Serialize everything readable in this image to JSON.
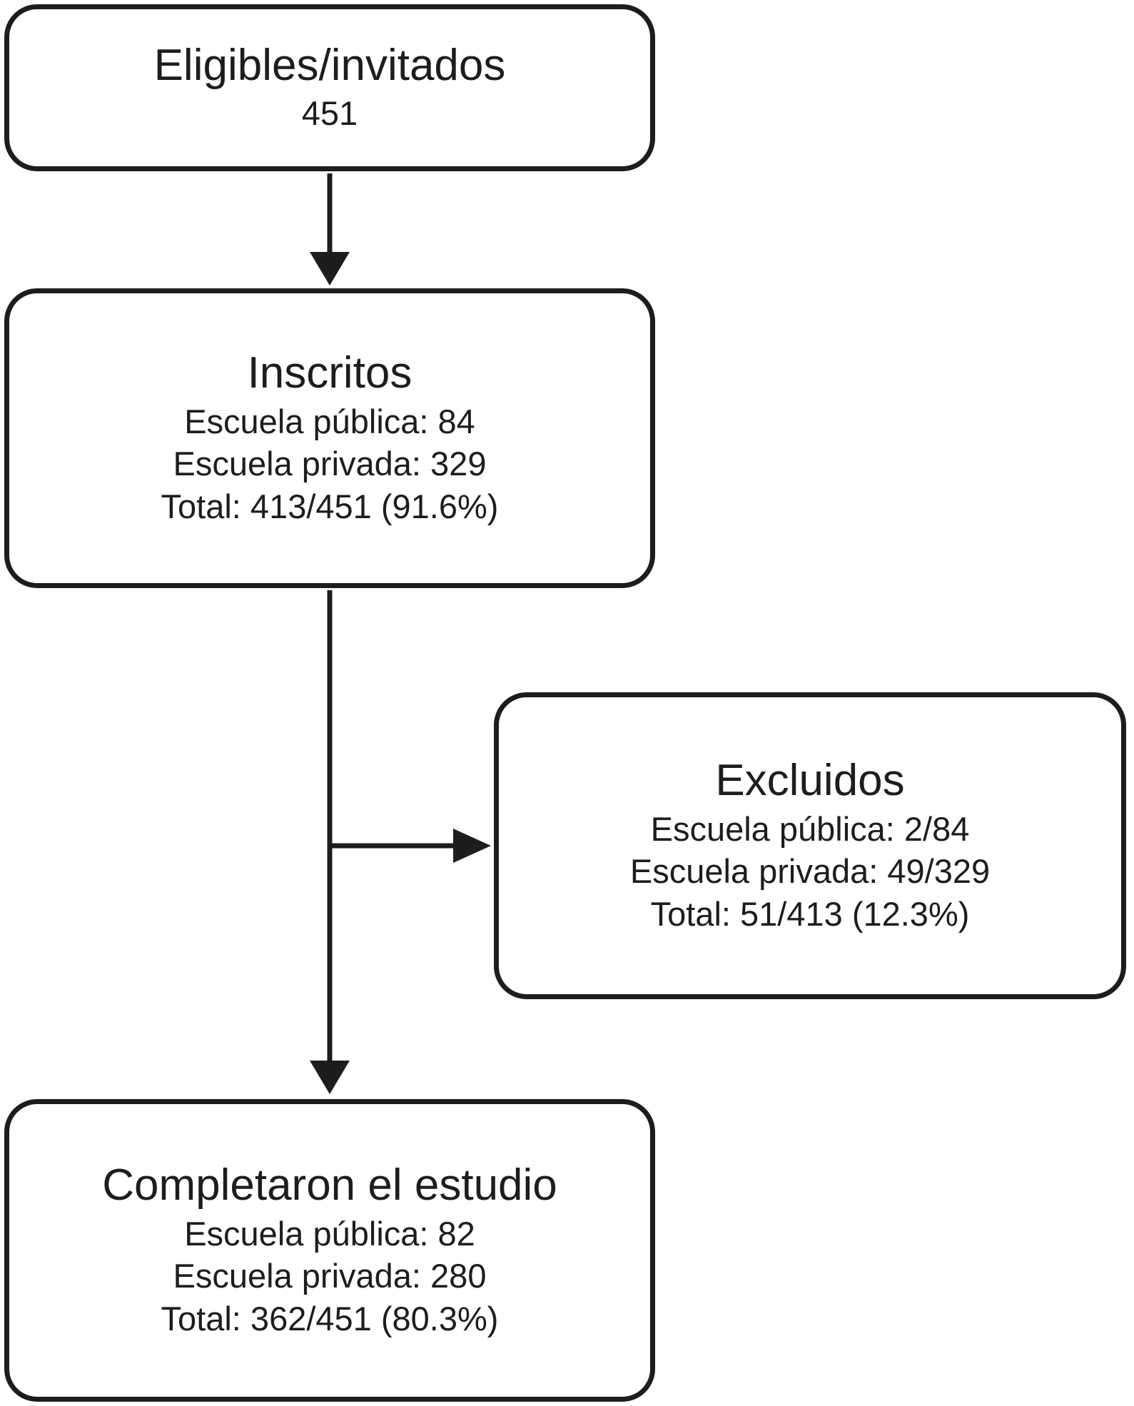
{
  "figure": {
    "type": "flowchart",
    "ink_color": "#1d1d1b",
    "background_color": "#ffffff"
  },
  "boxes": {
    "eligibles": {
      "title": "Eligibles/invitados",
      "lines": [
        "451"
      ]
    },
    "inscritos": {
      "title": "Inscritos",
      "lines": [
        "Escuela pública: 84",
        "Escuela privada: 329",
        "Total: 413/451 (91.6%)"
      ]
    },
    "excluidos": {
      "title": "Excluidos",
      "lines": [
        "Escuela pública: 2/84",
        "Escuela privada: 49/329",
        "Total: 51/413 (12.3%)"
      ]
    },
    "completaron": {
      "title": "Completaron el estudio",
      "lines": [
        "Escuela pública: 82",
        "Escuela privada: 280",
        "Total: 362/451 (80.3%)"
      ]
    }
  },
  "connectors": [
    {
      "from": "eligibles",
      "to": "inscritos",
      "direction": "down"
    },
    {
      "from": "inscritos",
      "to": "completaron",
      "direction": "down"
    },
    {
      "from": "inscritos",
      "to": "excluidos",
      "direction": "right"
    }
  ]
}
